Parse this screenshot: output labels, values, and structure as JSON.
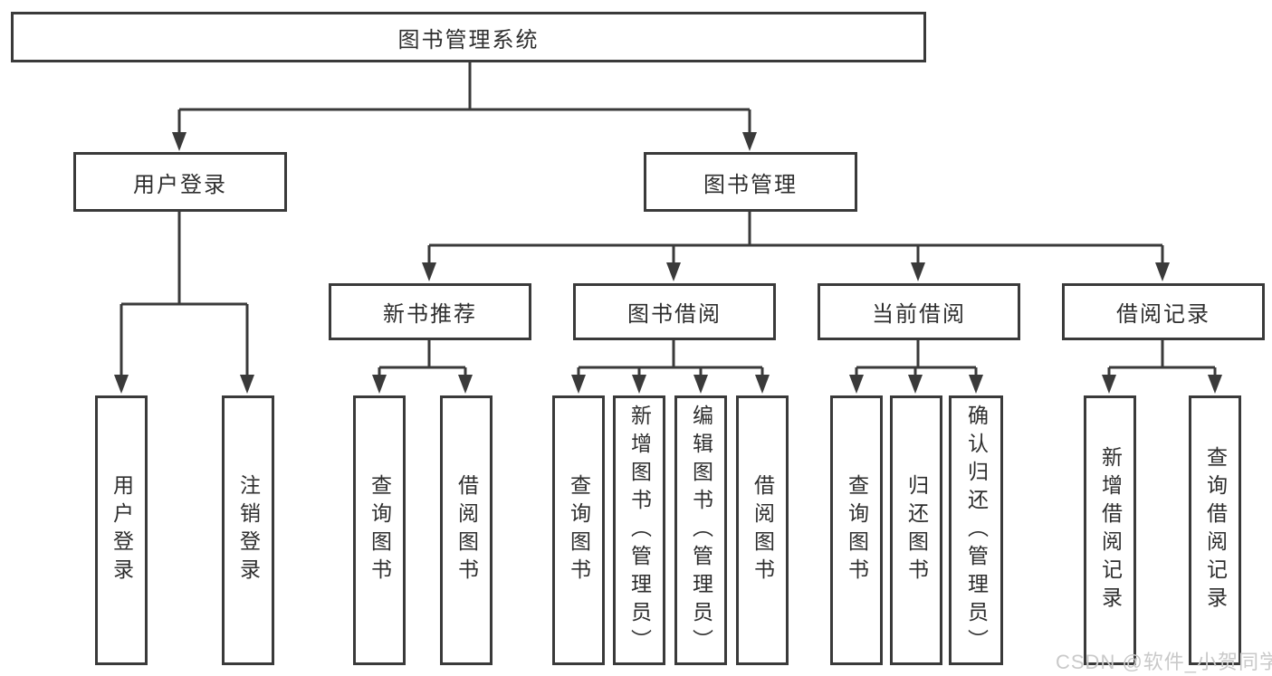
{
  "nodes": {
    "root": "图书管理系统",
    "user_login": "用户登录",
    "book_mgmt": "图书管理",
    "new_rec": "新书推荐",
    "book_borrow": "图书借阅",
    "current_borrow": "当前借阅",
    "borrow_record": "借阅记录",
    "leaf_user_login": "用户登录",
    "leaf_logout": "注销登录",
    "leaf_query_book_1": "查询图书",
    "leaf_borrow_book_1": "借阅图书",
    "leaf_query_book_2": "查询图书",
    "leaf_add_book": "新增图书（管理员）",
    "leaf_edit_book": "编辑图书（管理员）",
    "leaf_borrow_book_2": "借阅图书",
    "leaf_query_book_3": "查询图书",
    "leaf_return_book": "归还图书",
    "leaf_confirm_return": "确认归还（管理员）",
    "leaf_add_record": "新增借阅记录",
    "leaf_query_record": "查询借阅记录"
  },
  "watermark": "CSDN @软件_小贺同学",
  "colors": {
    "line": "#3a3a3a",
    "text": "#2e2e2e",
    "watermark": "#c9c9c9",
    "background": "#ffffff"
  }
}
